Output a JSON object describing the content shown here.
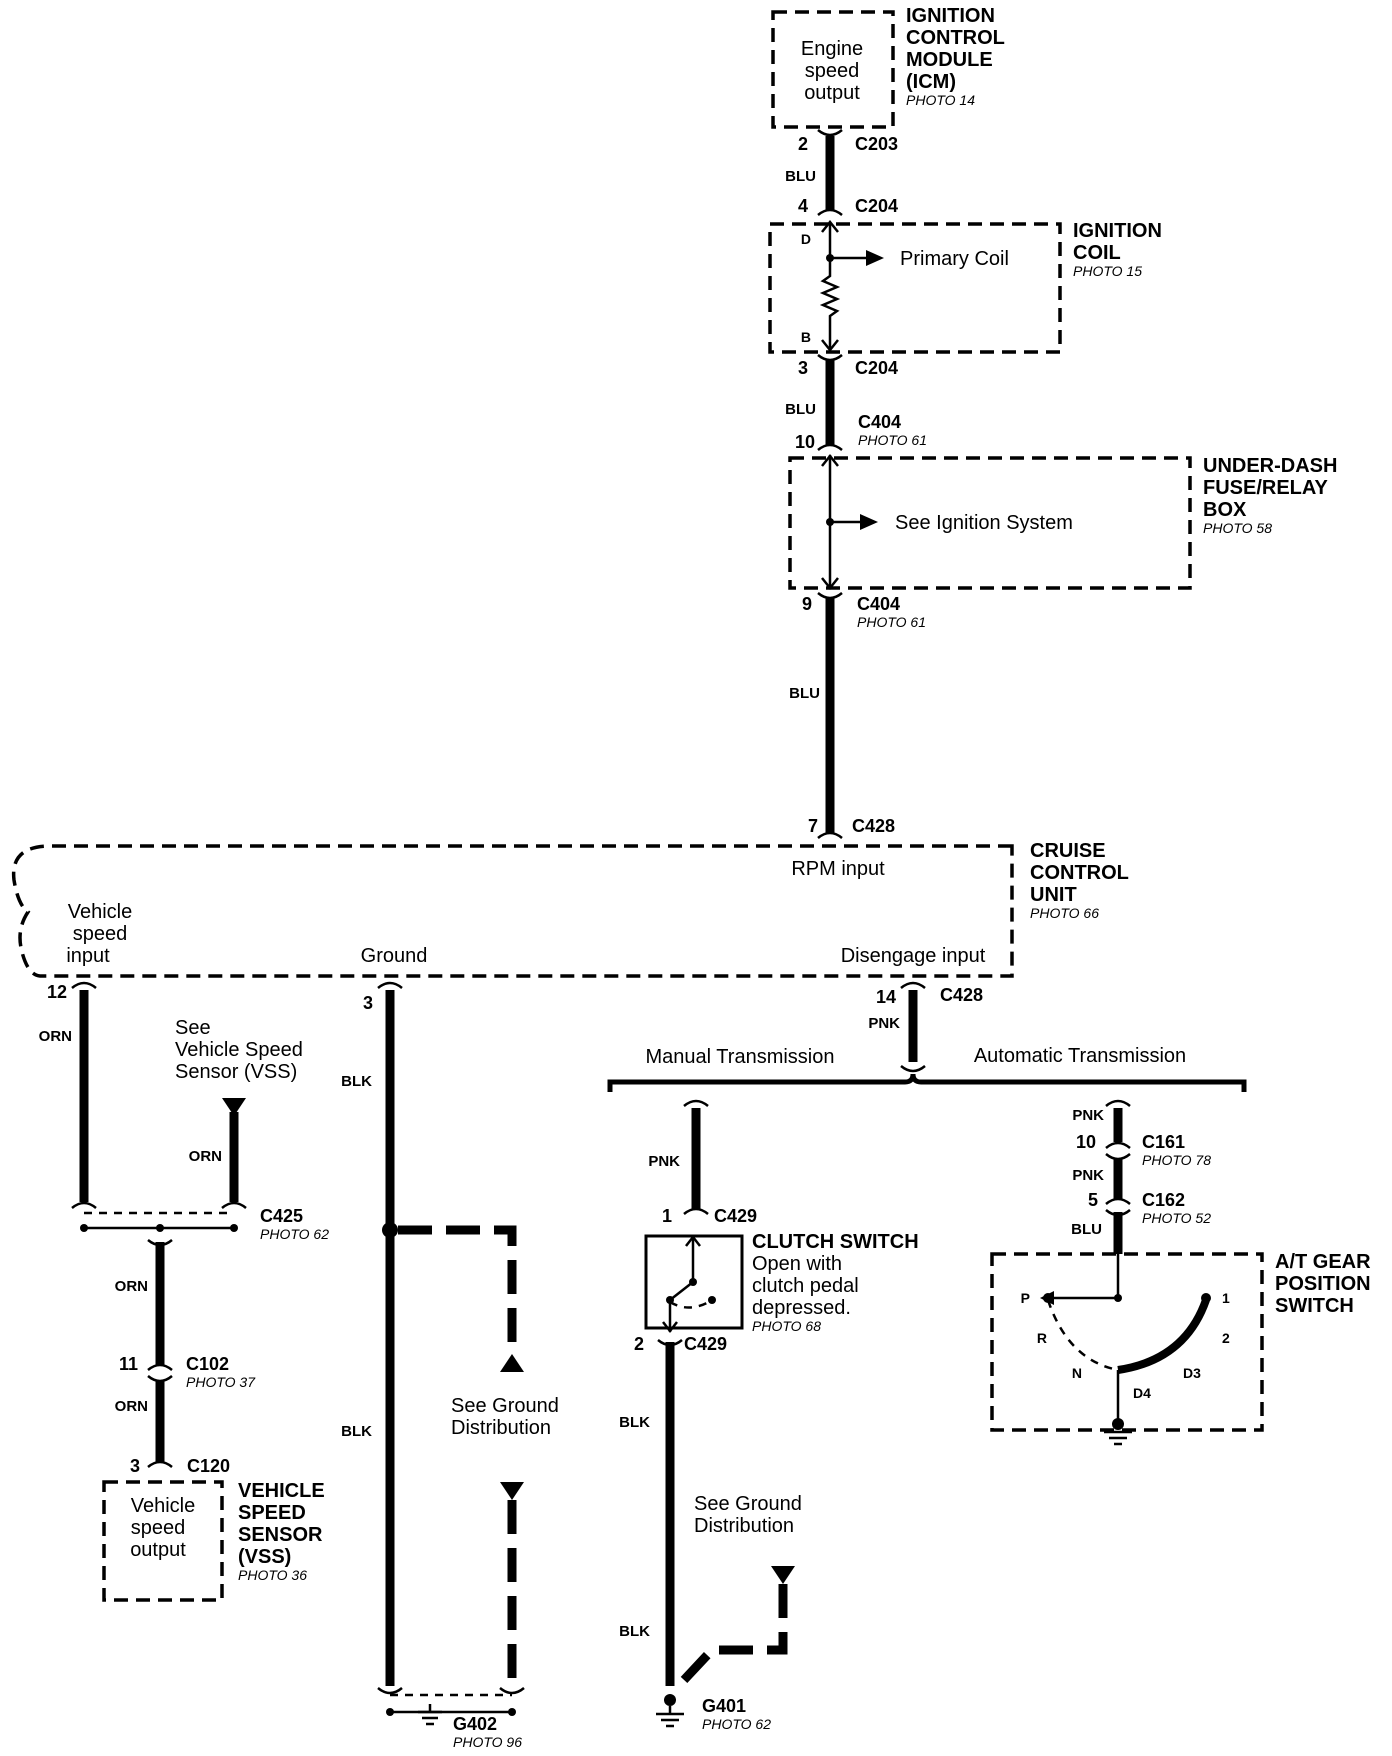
{
  "components": {
    "icm": {
      "inner": [
        "Engine",
        "speed",
        "output"
      ],
      "title": [
        "IGNITION",
        "CONTROL",
        "MODULE",
        "(ICM)"
      ],
      "photo": "PHOTO 14"
    },
    "coil": {
      "inner": "Primary Coil",
      "title": [
        "IGNITION",
        "COIL"
      ],
      "photo": "PHOTO 15",
      "term_d": "D",
      "term_b": "B"
    },
    "fuse": {
      "inner": "See Ignition System",
      "title": [
        "UNDER-DASH",
        "FUSE/RELAY",
        "BOX"
      ],
      "photo": "PHOTO 58"
    },
    "ccu": {
      "title": [
        "CRUISE",
        "CONTROL",
        "UNIT"
      ],
      "photo": "PHOTO 66",
      "rpm": "RPM input",
      "vss": [
        "Vehicle",
        "speed",
        "input"
      ],
      "ground": "Ground",
      "disengage": "Disengage  input"
    },
    "vss_ref": [
      "See",
      "Vehicle Speed",
      "Sensor (VSS)"
    ],
    "vss": {
      "inner": [
        "Vehicle",
        "speed",
        "output"
      ],
      "title": [
        "VEHICLE",
        "SPEED",
        "SENSOR",
        "(VSS)"
      ],
      "photo": "PHOTO 36"
    },
    "clutch": {
      "title": "CLUTCH SWITCH",
      "desc": [
        "Open with",
        "clutch pedal",
        "depressed."
      ],
      "photo": "PHOTO 68"
    },
    "atgear": {
      "title": [
        "A/T GEAR",
        "POSITION",
        "SWITCH"
      ],
      "positions": {
        "p": "P",
        "r": "R",
        "n": "N",
        "d4": "D4",
        "d3": "D3",
        "two": "2",
        "one": "1"
      }
    },
    "ground_ref_left": [
      "See Ground",
      "Distribution"
    ],
    "ground_ref_right": [
      "See Ground",
      "Distribution"
    ],
    "transmission": {
      "manual": "Manual Transmission",
      "automatic": "Automatic Transmission"
    }
  },
  "connectors": {
    "c203": {
      "id": "C203",
      "pin": "2"
    },
    "c204_top": {
      "id": "C204",
      "pin": "4"
    },
    "c204_bot": {
      "id": "C204",
      "pin": "3"
    },
    "c404_top": {
      "id": "C404",
      "pin": "10",
      "photo": "PHOTO 61"
    },
    "c404_bot": {
      "id": "C404",
      "pin": "9",
      "photo": "PHOTO 61"
    },
    "c428_top": {
      "id": "C428",
      "pin": "7"
    },
    "c428_bot": {
      "id": "C428",
      "pin": "14"
    },
    "pin12": "12",
    "pin3_ccu": "3",
    "c425": {
      "id": "C425",
      "photo": "PHOTO 62"
    },
    "c102": {
      "id": "C102",
      "pin": "11",
      "photo": "PHOTO 37"
    },
    "c120": {
      "id": "C120",
      "pin": "3"
    },
    "c429_top": {
      "id": "C429",
      "pin": "1"
    },
    "c429_bot": {
      "id": "C429",
      "pin": "2"
    },
    "c161": {
      "id": "C161",
      "pin": "10",
      "photo": "PHOTO 78"
    },
    "c162": {
      "id": "C162",
      "pin": "5",
      "photo": "PHOTO 52"
    },
    "g402": {
      "id": "G402",
      "photo": "PHOTO 96"
    },
    "g401": {
      "id": "G401",
      "photo": "PHOTO 62"
    }
  },
  "wires": {
    "blu1": "BLU",
    "blu2": "BLU",
    "blu3": "BLU",
    "blu4": "BLU",
    "orn1": "ORN",
    "orn2": "ORN",
    "orn3": "ORN",
    "orn4": "ORN",
    "blk1": "BLK",
    "blk2": "BLK",
    "blk3": "BLK",
    "blk4": "BLK",
    "pnk1": "PNK",
    "pnk2": "PNK",
    "pnk3": "PNK",
    "pnk4": "PNK"
  }
}
